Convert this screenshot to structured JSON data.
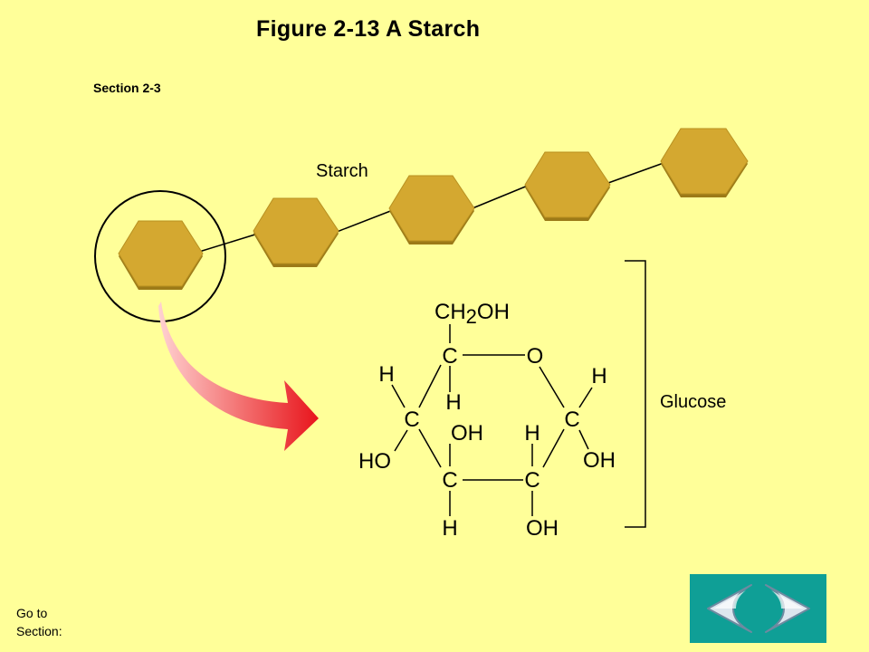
{
  "title": "Figure 2-13 A Starch",
  "section": "Section 2-3",
  "labels": {
    "starch": "Starch",
    "glucose": "Glucose"
  },
  "glucose_atoms": {
    "ch2oh_prefix": "CH",
    "ch2oh_sub": "2",
    "ch2oh_suffix": "OH",
    "c5": "C",
    "o_ring": "O",
    "h_left": "H",
    "h_c5": "H",
    "h_right": "H",
    "c4": "C",
    "c1": "C",
    "oh_c3": "OH",
    "h_c2": "H",
    "ho_left": "HO",
    "oh_right": "OH",
    "c3": "C",
    "c2": "C",
    "h_bottom": "H",
    "oh_bottom": "OH"
  },
  "footer": {
    "goto_line1": "Go to",
    "goto_line2": "Section:"
  },
  "colors": {
    "background": "#ffff99",
    "hexagon_fill": "#d4a830",
    "arrow": "#e8232a",
    "nav_panel": "#0f9f96"
  },
  "icons": {
    "prev": "back-arrow-icon",
    "next": "forward-arrow-icon"
  }
}
